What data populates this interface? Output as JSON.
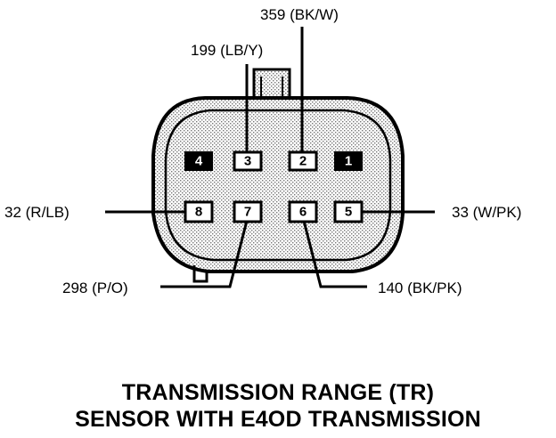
{
  "colors": {
    "ink": "#000000",
    "paper": "#ffffff",
    "stipple": "#bdbdbd"
  },
  "pins": [
    {
      "number": "4",
      "style": "filled"
    },
    {
      "number": "3",
      "style": "open"
    },
    {
      "number": "2",
      "style": "open"
    },
    {
      "number": "1",
      "style": "filled"
    },
    {
      "number": "8",
      "style": "open"
    },
    {
      "number": "7",
      "style": "open"
    },
    {
      "number": "6",
      "style": "open"
    },
    {
      "number": "5",
      "style": "open"
    }
  ],
  "wires": [
    {
      "pin": "2",
      "label": "359 (BK/W)"
    },
    {
      "pin": "3",
      "label": "199 (LB/Y)"
    },
    {
      "pin": "8",
      "label": "32 (R/LB)"
    },
    {
      "pin": "5",
      "label": "33 (W/PK)"
    },
    {
      "pin": "7",
      "label": "298 (P/O)"
    },
    {
      "pin": "6",
      "label": "140 (BK/PK)"
    }
  ],
  "caption": {
    "line1": "TRANSMISSION RANGE (TR)",
    "line2": "SENSOR WITH E4OD TRANSMISSION"
  }
}
